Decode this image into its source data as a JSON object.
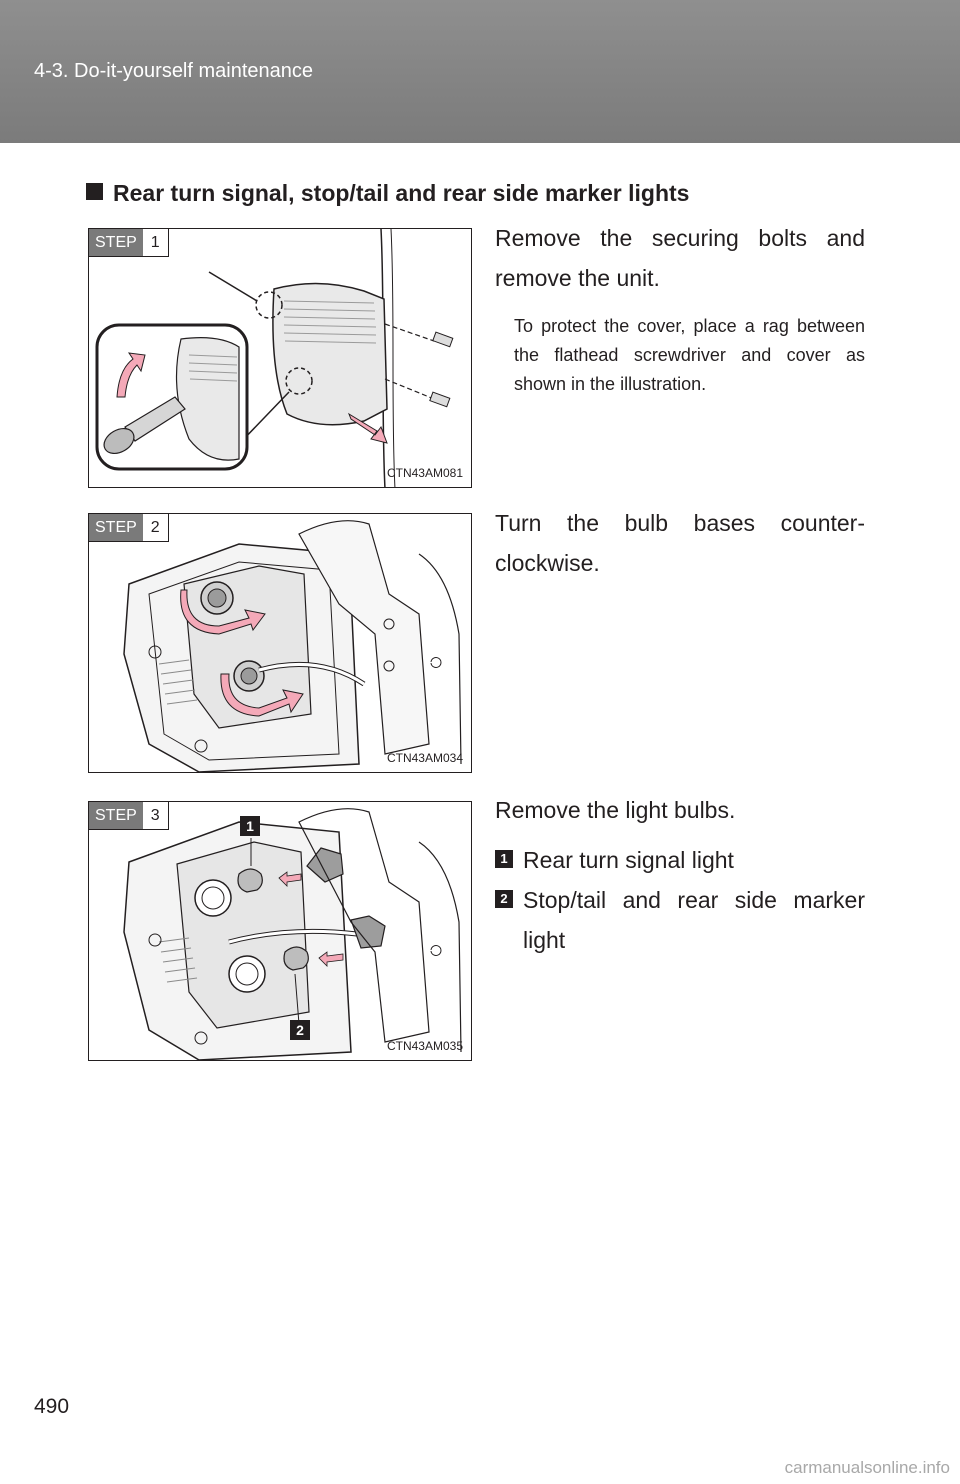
{
  "header": {
    "title": "4-3. Do-it-yourself maintenance"
  },
  "section": {
    "title": "Rear turn signal, stop/tail and rear side marker lights"
  },
  "steps": [
    {
      "badge_label": "STEP",
      "badge_number": "1",
      "figure_code": "CTN43AM081",
      "text": "Remove the securing bolts and remove the unit.",
      "note": "To protect the cover, place a rag between the flathead screwdriver and cover as shown in the illustration."
    },
    {
      "badge_label": "STEP",
      "badge_number": "2",
      "figure_code": "CTN43AM034",
      "text": "Turn the bulb bases counter-clockwise."
    },
    {
      "badge_label": "STEP",
      "badge_number": "3",
      "figure_code": "CTN43AM035",
      "text": "Remove the light bulbs.",
      "items": [
        {
          "marker": "1",
          "text": "Rear turn signal light"
        },
        {
          "marker": "2",
          "text": "Stop/tail and rear side marker light"
        }
      ]
    }
  ],
  "page_number": "490",
  "watermark": "carmanualsonline.info",
  "colors": {
    "header_bg": "#7b7b7b",
    "arrow_pink": "#f4a9b8",
    "text": "#231f20"
  }
}
